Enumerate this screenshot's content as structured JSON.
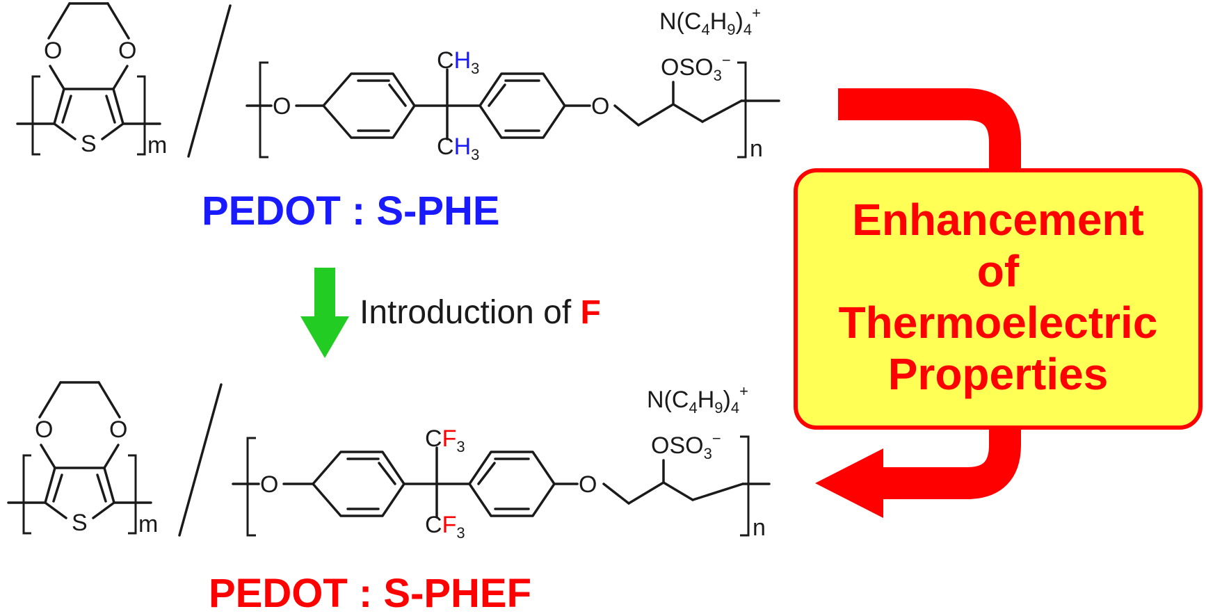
{
  "colors": {
    "blue": "#1a1aff",
    "red": "#ff0000",
    "green": "#22cc22",
    "box_fill": "#ffff55",
    "box_border": "#ff0000",
    "ink": "#1a1a1a"
  },
  "pedot": {
    "o1": "O",
    "o2": "O",
    "s": "S",
    "repeat": "m"
  },
  "sphe": {
    "o_left": "O",
    "ch3_top_c": "C",
    "ch3_top_h": "H",
    "ch3_top_n": "3",
    "ch3_bottom_c": "C",
    "ch3_bottom_h": "H",
    "ch3_bottom_n": "3",
    "o_right": "O",
    "counterion_prefix": "N(C",
    "counterion_4a": "4",
    "counterion_h": "H",
    "counterion_9": "9",
    "counterion_close": ")",
    "counterion_4b": "4",
    "counterion_charge": "+",
    "oso3": "OSO",
    "oso3_n": "3",
    "oso3_charge": "−",
    "repeat": "n"
  },
  "sphef": {
    "o_left": "O",
    "cf3_top_c": "C",
    "cf3_top_f": "F",
    "cf3_top_n": "3",
    "cf3_bottom_c": "C",
    "cf3_bottom_f": "F",
    "cf3_bottom_n": "3",
    "o_right": "O",
    "counterion_prefix": "N(C",
    "counterion_4a": "4",
    "counterion_h": "H",
    "counterion_9": "9",
    "counterion_close": ")",
    "counterion_4b": "4",
    "counterion_charge": "+",
    "oso3": "OSO",
    "oso3_n": "3",
    "oso3_charge": "−",
    "repeat": "n"
  },
  "labels": {
    "top": "PEDOT : S-PHE",
    "bottom": "PEDOT : S-PHEF"
  },
  "transition": {
    "text": "Introduction of ",
    "element": "F"
  },
  "box": {
    "line1": "Enhancement",
    "line2": "of",
    "line3": "Thermoelectric",
    "line4": "Properties"
  }
}
